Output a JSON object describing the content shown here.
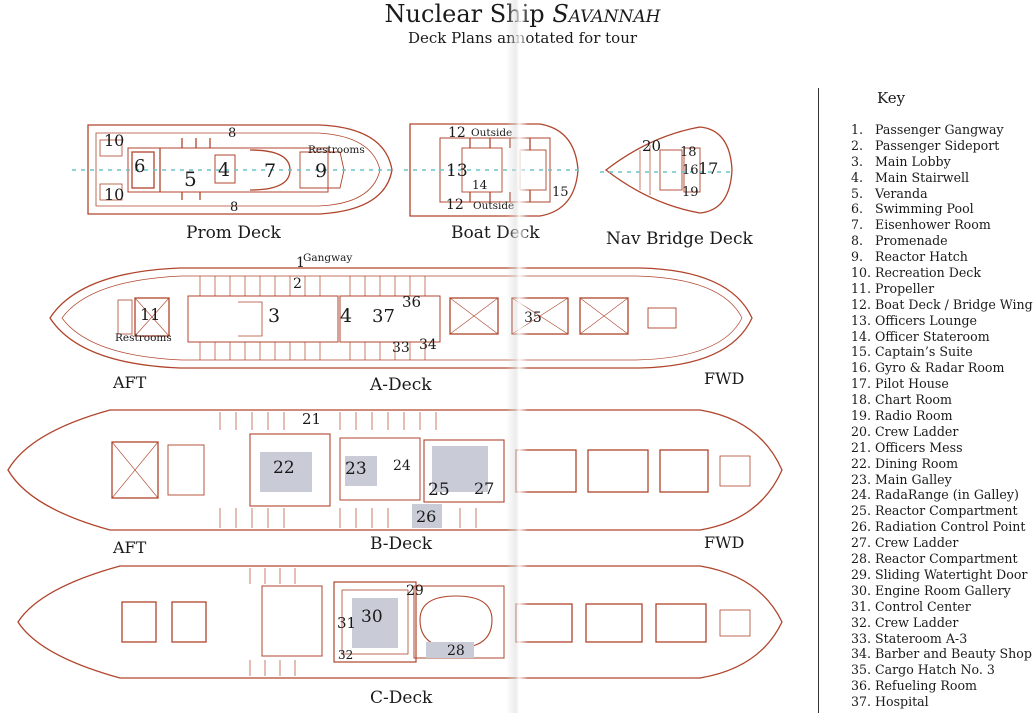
{
  "title_main": "Nuclear Ship ",
  "title_ship": "Savannah",
  "subtitle": "Deck Plans annotated for tour",
  "decks": {
    "prom": "Prom Deck",
    "boat": "Boat Deck",
    "nav": "Nav Bridge Deck",
    "a": "A-Deck",
    "b": "B-Deck",
    "c": "C-Deck"
  },
  "directions": {
    "aft": "AFT",
    "fwd": "FWD"
  },
  "annotations": {
    "restrooms": "Restrooms",
    "gangway": "Gangway",
    "outside": "Outside"
  },
  "key": {
    "heading": "Key",
    "items": [
      {
        "num": "1.",
        "label": "Passenger Gangway"
      },
      {
        "num": "2.",
        "label": "Passenger Sideport"
      },
      {
        "num": "3.",
        "label": "Main Lobby"
      },
      {
        "num": "4.",
        "label": "Main Stairwell"
      },
      {
        "num": "5.",
        "label": "Veranda"
      },
      {
        "num": "6.",
        "label": "Swimming Pool"
      },
      {
        "num": "7.",
        "label": "Eisenhower Room"
      },
      {
        "num": "8.",
        "label": "Promenade"
      },
      {
        "num": "9.",
        "label": "Reactor Hatch"
      },
      {
        "num": "10.",
        "label": "Recreation Deck"
      },
      {
        "num": "11.",
        "label": "Propeller"
      },
      {
        "num": "12.",
        "label": "Boat Deck / Bridge Wing"
      },
      {
        "num": "13.",
        "label": "Officers Lounge"
      },
      {
        "num": "14.",
        "label": "Officer Stateroom"
      },
      {
        "num": "15.",
        "label": "Captain’s Suite"
      },
      {
        "num": "16.",
        "label": "Gyro & Radar Room"
      },
      {
        "num": "17.",
        "label": "Pilot House"
      },
      {
        "num": "18.",
        "label": "Chart Room"
      },
      {
        "num": "19.",
        "label": "Radio Room"
      },
      {
        "num": "20.",
        "label": "Crew Ladder"
      },
      {
        "num": "21.",
        "label": "Officers Mess"
      },
      {
        "num": "22.",
        "label": "Dining Room"
      },
      {
        "num": "23.",
        "label": "Main Galley"
      },
      {
        "num": "24.",
        "label": "RadaRange (in Galley)"
      },
      {
        "num": "25.",
        "label": "Reactor Compartment"
      },
      {
        "num": "26.",
        "label": "Radiation Control Point"
      },
      {
        "num": "27.",
        "label": "Crew Ladder"
      },
      {
        "num": "28.",
        "label": "Reactor Compartment"
      },
      {
        "num": "29.",
        "label": "Sliding Watertight Door"
      },
      {
        "num": "30.",
        "label": "Engine Room Gallery"
      },
      {
        "num": "31.",
        "label": "Control Center"
      },
      {
        "num": "32.",
        "label": "Crew Ladder"
      },
      {
        "num": "33.",
        "label": "Stateroom A-3"
      },
      {
        "num": "34.",
        "label": "Barber and Beauty Shop"
      },
      {
        "num": "35.",
        "label": "Cargo Hatch No. 3"
      },
      {
        "num": "36.",
        "label": "Refueling Room"
      },
      {
        "num": "37.",
        "label": "Hospital"
      }
    ]
  },
  "colors": {
    "outline": "#b0452c",
    "centerline": "#6cc3c9",
    "shade": "#c9cbd6",
    "text": "#1a1a1a"
  }
}
